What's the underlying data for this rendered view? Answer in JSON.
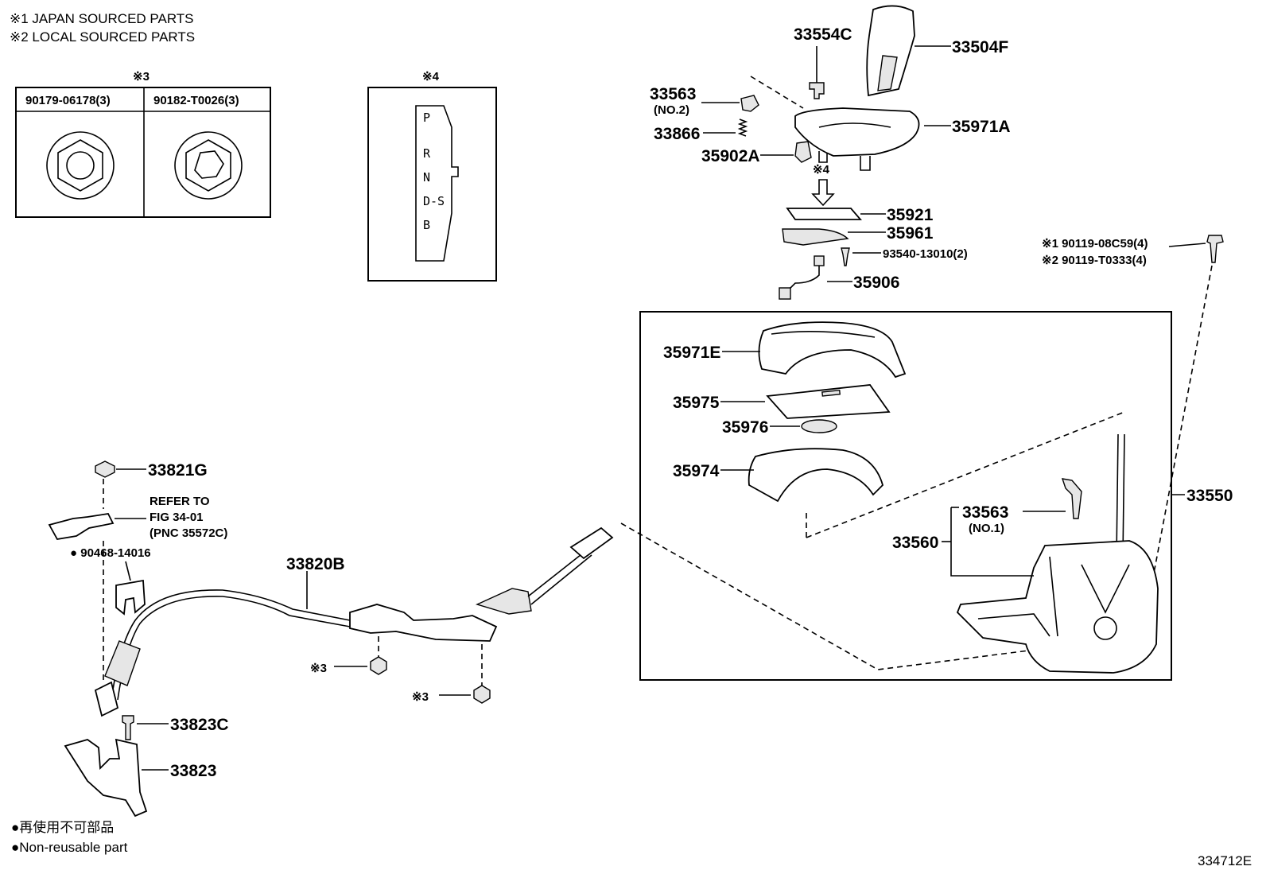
{
  "legend_top": [
    "※1 JAPAN SOURCED PARTS",
    "※2 LOCAL SOURCED PARTS"
  ],
  "legend_bottom": [
    "●再使用不可部品",
    "●Non-reusable part"
  ],
  "figure_code": "334712E",
  "inset3": {
    "marker": "※3",
    "col1": "90179-06178(3)",
    "col2": "90182-T0026(3)"
  },
  "inset4": {
    "marker": "※4",
    "gate_letters": [
      "P",
      "R",
      "N",
      "D-S",
      "B"
    ]
  },
  "labels": {
    "p33554C": "33554C",
    "p33504F": "33504F",
    "p33563_no2": "33563",
    "no2": "(NO.2)",
    "p33866": "33866",
    "p35971A": "35971A",
    "p35902A": "35902A",
    "mark4": "※4",
    "p35921": "35921",
    "p35961": "35961",
    "p93540": "93540-13010(2)",
    "p35906": "35906",
    "bolt1": "※1 90119-08C59(4)",
    "bolt2": "※2 90119-T0333(4)",
    "p35971E": "35971E",
    "p35975": "35975",
    "p35976": "35976",
    "p35974": "35974",
    "p33550": "33550",
    "p33563_no1": "33563",
    "no1": "(NO.1)",
    "p33560": "33560",
    "p33821G": "33821G",
    "refer1": "REFER TO",
    "refer2": "FIG 34-01",
    "refer3": "(PNC 35572C)",
    "p90468": "● 90468-14016",
    "p33820B": "33820B",
    "nut1": "※3",
    "nut2": "※3",
    "p33823C": "33823C",
    "p33823": "33823"
  }
}
